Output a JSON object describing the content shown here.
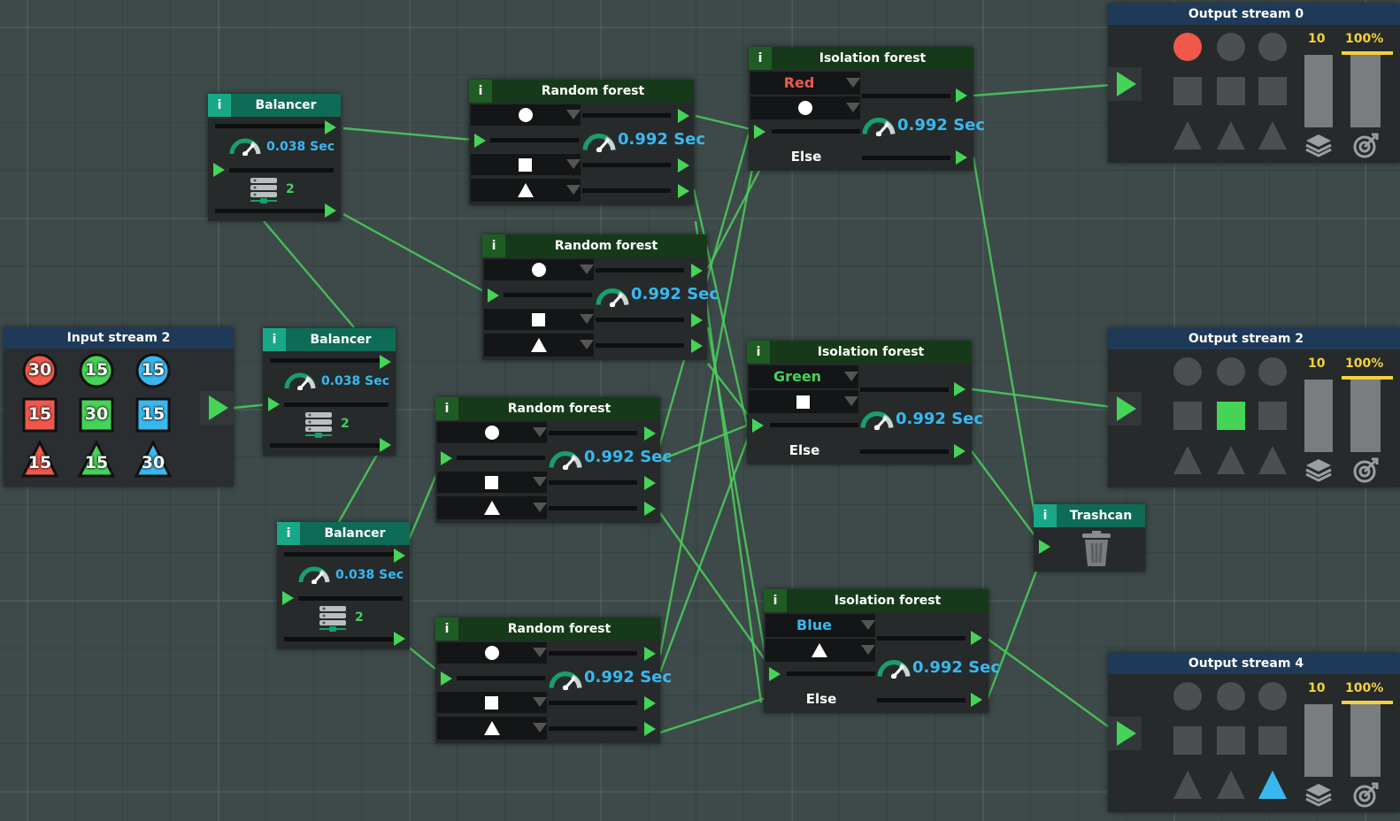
{
  "colors": {
    "wire": "#4ccf5c",
    "port": "#45d457",
    "red": "#f0584a",
    "green": "#45d457",
    "blue": "#39b8f0",
    "gold": "#f4d23c"
  },
  "input_stream": {
    "title": "Input stream 2",
    "counts": {
      "red_circle": "30",
      "green_circle": "15",
      "blue_circle": "15",
      "red_square": "15",
      "green_square": "30",
      "blue_square": "15",
      "red_triangle": "15",
      "green_triangle": "15",
      "blue_triangle": "30"
    }
  },
  "balancers": [
    {
      "title": "Balancer",
      "info": "i",
      "time": "0.038 Sec",
      "outputs": "2"
    },
    {
      "title": "Balancer",
      "info": "i",
      "time": "0.038 Sec",
      "outputs": "2"
    },
    {
      "title": "Balancer",
      "info": "i",
      "time": "0.038 Sec",
      "outputs": "2"
    }
  ],
  "random_forests": [
    {
      "title": "Random forest",
      "info": "i",
      "time": "0.992 Sec"
    },
    {
      "title": "Random forest",
      "info": "i",
      "time": "0.992 Sec"
    },
    {
      "title": "Random forest",
      "info": "i",
      "time": "0.992 Sec"
    },
    {
      "title": "Random forest",
      "info": "i",
      "time": "0.992 Sec"
    }
  ],
  "isolation_forests": [
    {
      "title": "Isolation forest",
      "info": "i",
      "color_label": "Red",
      "shape": "circle",
      "else_label": "Else",
      "time": "0.992 Sec"
    },
    {
      "title": "Isolation forest",
      "info": "i",
      "color_label": "Green",
      "shape": "square",
      "else_label": "Else",
      "time": "0.992 Sec"
    },
    {
      "title": "Isolation forest",
      "info": "i",
      "color_label": "Blue",
      "shape": "triangle",
      "else_label": "Else",
      "time": "0.992 Sec"
    }
  ],
  "trashcan": {
    "title": "Trashcan",
    "info": "i"
  },
  "output_streams": [
    {
      "title": "Output stream 0",
      "count": "10",
      "accuracy": "100%",
      "target": "red-circle",
      "fill_level": 1.0
    },
    {
      "title": "Output stream 2",
      "count": "10",
      "accuracy": "100%",
      "target": "green-square",
      "fill_level": 1.0
    },
    {
      "title": "Output stream 4",
      "count": "10",
      "accuracy": "100%",
      "target": "blue-triangle",
      "fill_level": 1.0
    }
  ]
}
